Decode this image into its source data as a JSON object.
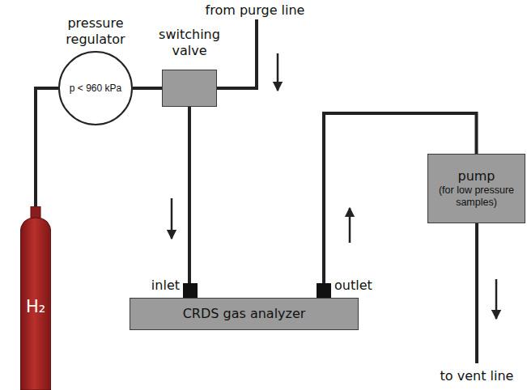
{
  "diagram": {
    "nodes": [
      {
        "text": [
          "pressure regulator",
          "p < 960 kPa"
        ]
      },
      {
        "text": [
          "switching valve"
        ]
      },
      {
        "text": [
          "pump",
          "(for low pressure samples)"
        ]
      },
      {
        "text": [
          "CRDS gas analyzer"
        ]
      },
      {
        "text": [
          "H₂"
        ]
      }
    ],
    "edges": [
      {
        "from": 4,
        "to": 0,
        "arrow": "none"
      },
      {
        "from": 0,
        "to": 1,
        "arrow": "none"
      },
      {
        "from": 1,
        "to": 3,
        "arrow": "to"
      },
      {
        "from": 3,
        "to": 2,
        "arrow": "to"
      }
    ],
    "labels": [
      "from purge line",
      "inlet",
      "outlet",
      "to vent line"
    ]
  }
}
